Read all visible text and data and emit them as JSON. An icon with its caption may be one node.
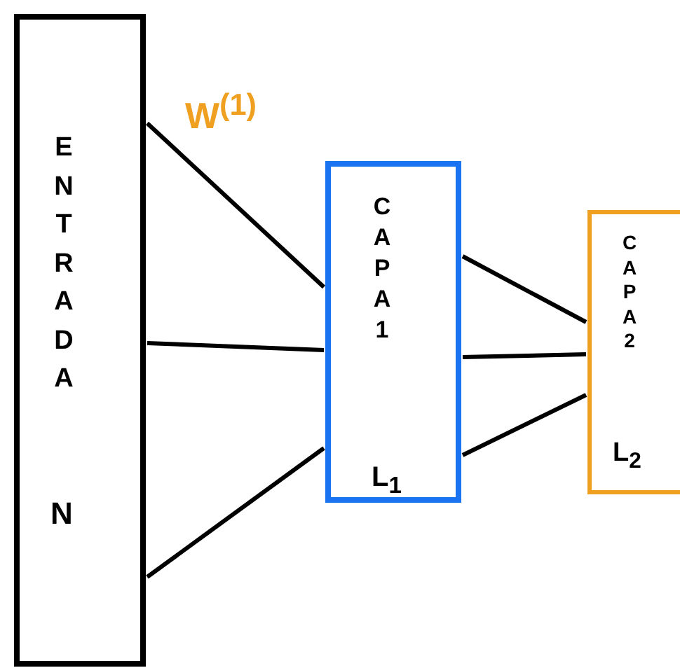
{
  "diagram": {
    "nodes": [
      {
        "text": [
          "ENTRADA",
          "N"
        ]
      },
      {
        "text": [
          "CAPA 1",
          "L$_{1}$"
        ]
      },
      {
        "text": [
          "CAPA 2",
          "L$_{2}$"
        ]
      }
    ],
    "edges": [
      {
        "from": 0,
        "to": 1,
        "arrow": "none"
      },
      {
        "from": 0,
        "to": 1,
        "arrow": "none"
      },
      {
        "from": 0,
        "to": 1,
        "arrow": "none"
      },
      {
        "from": 1,
        "to": 2,
        "arrow": "none"
      },
      {
        "from": 1,
        "to": 2,
        "arrow": "none"
      },
      {
        "from": 1,
        "to": 2,
        "arrow": "none"
      }
    ],
    "labels": [
      "W$^{(1)}$"
    ]
  }
}
